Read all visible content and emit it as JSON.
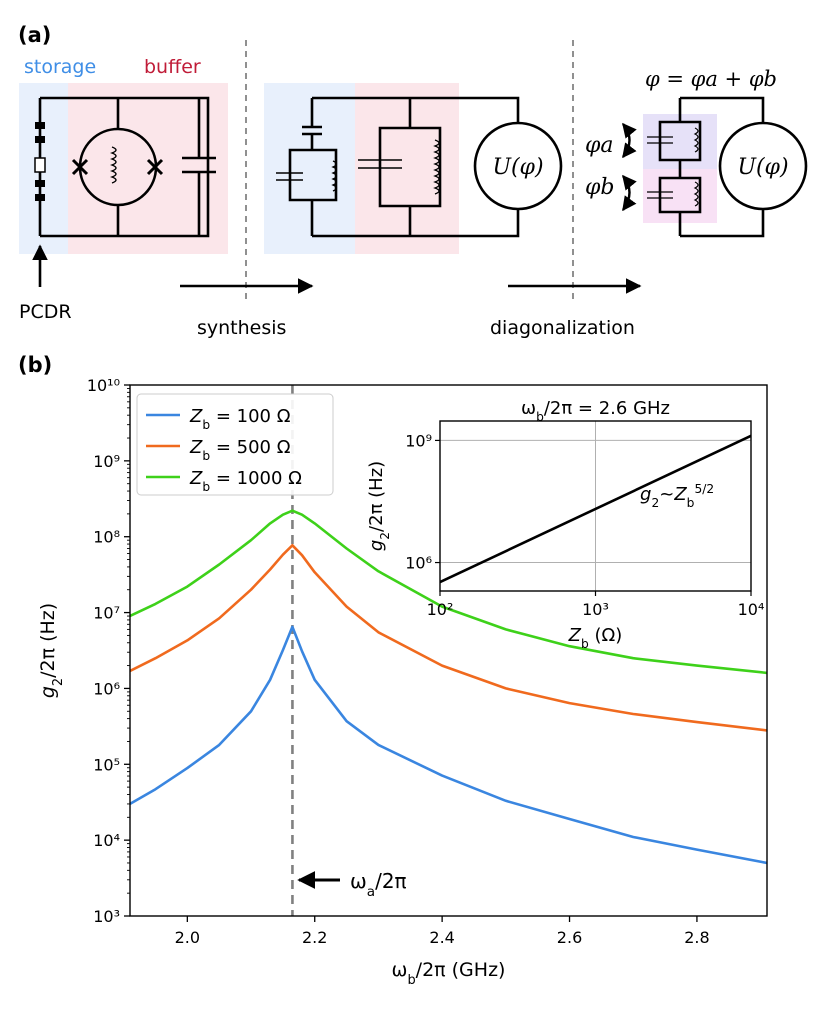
{
  "panel_a": {
    "label": "(a)",
    "storage_label": "storage",
    "buffer_label": "buffer",
    "pcdr_label": "PCDR",
    "synthesis_label": "synthesis",
    "diagonalization_label": "diagonalization",
    "flux_sum": "φ = φa + φb",
    "phi_a": "φa",
    "phi_b": "φb",
    "potential_label": "U(φ)",
    "colors": {
      "storage_bg": "#e8f0fc",
      "buffer_bg": "#fbe6ea",
      "storage_text": "#3f8ee6",
      "buffer_text": "#c01c38",
      "phi_a_bg": "#e6e1f8",
      "phi_b_bg": "#f8e1f5"
    }
  },
  "panel_b": {
    "label": "(b)",
    "omega_a_label": "ωa/2π"
  },
  "chart_data": [
    {
      "type": "line",
      "xlabel": "ωb/2π (GHz)",
      "ylabel": "g2/2π (Hz)",
      "xlim": [
        1.91,
        2.91
      ],
      "ylim": [
        1000,
        10000000000
      ],
      "yscale": "log",
      "xticks": [
        2.0,
        2.2,
        2.4,
        2.6,
        2.8
      ],
      "xtick_labels": [
        "2.0",
        "2.2",
        "2.4",
        "2.6",
        "2.8"
      ],
      "ytick_exponents": [
        3,
        4,
        5,
        6,
        7,
        8,
        9,
        10
      ],
      "grid": false,
      "legend": "top-left",
      "vline": {
        "x": 2.165,
        "style": "dashed",
        "color": "#808080"
      },
      "series": [
        {
          "name": "Zb = 100 Ω",
          "color": "#3a86e0",
          "x": [
            1.91,
            1.95,
            2.0,
            2.05,
            2.1,
            2.13,
            2.15,
            2.165,
            2.18,
            2.2,
            2.25,
            2.3,
            2.4,
            2.5,
            2.6,
            2.7,
            2.8,
            2.91
          ],
          "y": [
            30000,
            47000,
            89000,
            180000,
            500000,
            1300000,
            3200000,
            6500000,
            3100000,
            1300000,
            370000,
            180000,
            71000,
            33000,
            19000,
            11000,
            7500,
            5000
          ]
        },
        {
          "name": "Zb = 500 Ω",
          "color": "#f06a1e",
          "x": [
            1.91,
            1.95,
            2.0,
            2.05,
            2.1,
            2.13,
            2.15,
            2.165,
            2.18,
            2.2,
            2.25,
            2.3,
            2.4,
            2.5,
            2.6,
            2.7,
            2.8,
            2.91
          ],
          "y": [
            1700000,
            2500000,
            4300000,
            8400000,
            20000000,
            37000000,
            58000000,
            77000000,
            57000000,
            34000000,
            12000000,
            5500000,
            2000000,
            1000000,
            640000,
            460000,
            360000,
            280000
          ]
        },
        {
          "name": "Zb = 1000 Ω",
          "color": "#3ed11a",
          "x": [
            1.91,
            1.95,
            2.0,
            2.05,
            2.1,
            2.13,
            2.15,
            2.165,
            2.18,
            2.2,
            2.25,
            2.3,
            2.4,
            2.5,
            2.6,
            2.7,
            2.8,
            2.91
          ],
          "y": [
            9000000,
            13000000,
            22000000,
            43000000,
            90000000,
            150000000,
            195000000,
            220000000,
            195000000,
            150000000,
            70000000,
            35000000,
            12000000,
            6000000,
            3600000,
            2500000,
            2000000,
            1600000
          ]
        }
      ]
    },
    {
      "type": "line",
      "title": "ωb/2π = 2.6 GHz",
      "xlabel": "Zb (Ω)",
      "ylabel": "g2/2π (Hz)",
      "xscale": "log",
      "yscale": "log",
      "xlim": [
        100,
        10000
      ],
      "ylim": [
        200000,
        3000000000
      ],
      "xtick_exponents": [
        2,
        3,
        4
      ],
      "ytick_exponents": [
        6,
        9
      ],
      "grid": true,
      "annotation": "g2~Zb5/2",
      "series": [
        {
          "color": "#000000",
          "x": [
            100,
            10000
          ],
          "y": [
            330000,
            1300000000
          ]
        }
      ]
    }
  ]
}
